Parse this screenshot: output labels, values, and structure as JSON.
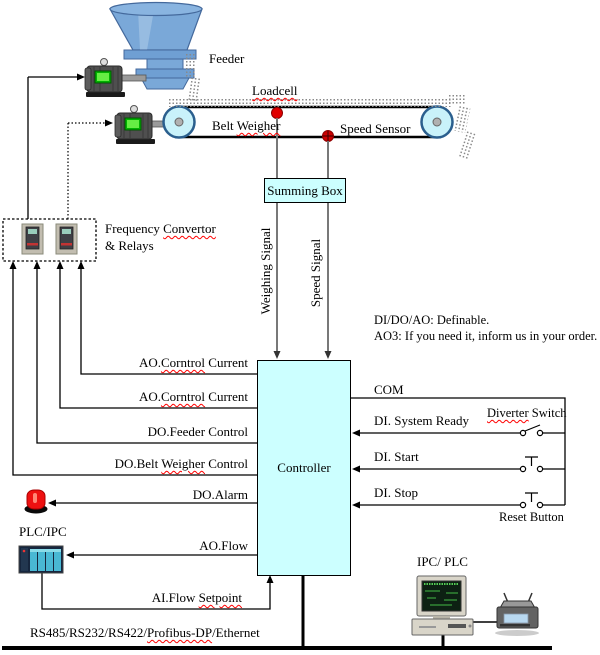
{
  "diagram": {
    "equipment": {
      "feeder": "Feeder",
      "loadcell": "Loadcell",
      "belt_weigher": {
        "pre": "Belt ",
        "wavy": "Weigher"
      },
      "speed_sensor": "Speed Sensor",
      "summing_box": "Summing Box",
      "frequency_convertor": {
        "line1_pre": "Frequency ",
        "line1_wavy": "Convertor",
        "line2": "& Relays"
      },
      "controller": "Controller",
      "plc_ipc": "PLC/IPC",
      "ipc_plc": "IPC/ PLC",
      "diverter_switch": {
        "wavy": "Diverter",
        "post": " Switch"
      },
      "reset_button": "Reset Button"
    },
    "signals": {
      "weighing_signal": "Weighing Signal",
      "speed_signal": "Speed Signal",
      "ao_control_1": {
        "pre": "AO.",
        "wavy": "Corntrol",
        "post": " Current"
      },
      "ao_control_2": {
        "pre": "AO.",
        "wavy": "Corntrol",
        "post": " Current"
      },
      "do_feeder": "DO.Feeder Control",
      "do_belt_weigher": {
        "pre": "DO.Belt ",
        "wavy": "Weigher",
        "post": " Control"
      },
      "do_alarm": "DO.Alarm",
      "ao_flow": "AO.Flow",
      "ai_flow_setpoint": {
        "pre": "AI.Flow ",
        "wavy": "Setpoint"
      },
      "com": "COM",
      "di_system_ready": "DI. System Ready",
      "di_start": "DI. Start",
      "di_stop": "DI. Stop",
      "fieldbus": {
        "pre": "RS485/RS232/RS422/",
        "wavy": "Profibus-DP",
        "post": "/Ethernet"
      }
    },
    "notes": {
      "line1": "DI/DO/AO: Definable.",
      "line2": "AO3: If you need it, inform us in your order."
    },
    "colors": {
      "box_fill": "#ccffff",
      "hopper_fill": "#7aa8d8",
      "pulley_fill": "#c9f2fa",
      "sensor_red": "#dd0000",
      "alarm_red": "#ee1111",
      "squiggle_red": "#ff0000",
      "signal_gray": "#787878"
    }
  }
}
